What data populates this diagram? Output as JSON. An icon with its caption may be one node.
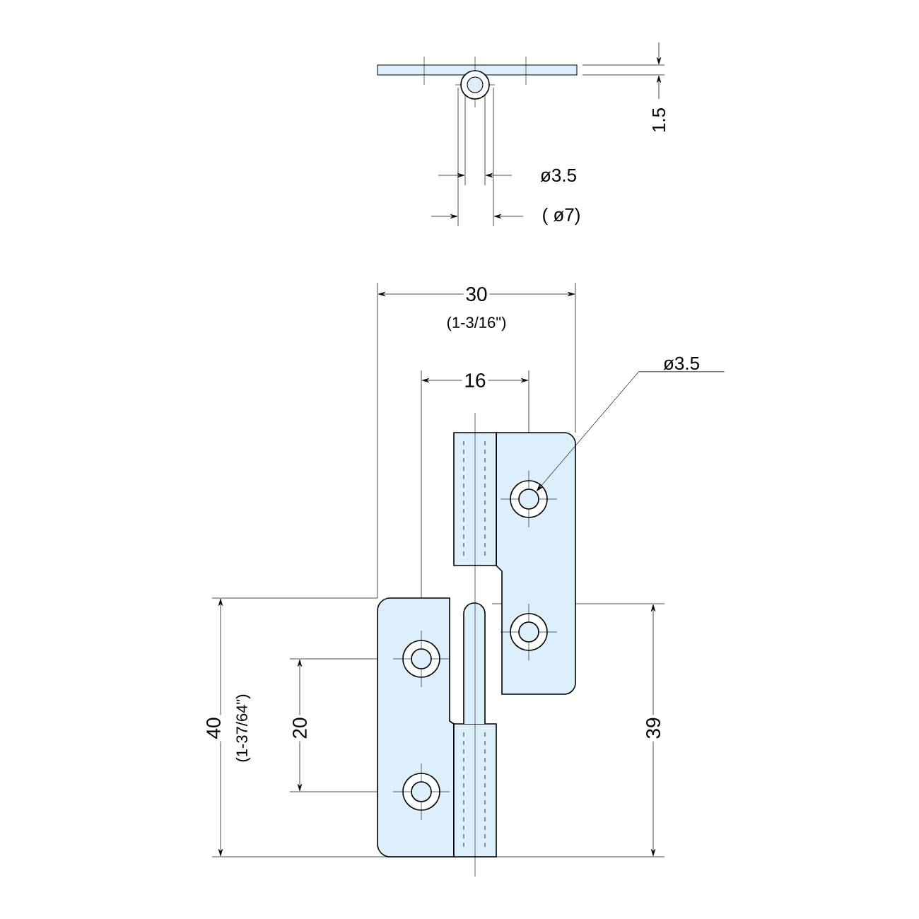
{
  "diagram": {
    "nodes": [
      {
        "text": [
          "ø3.5"
        ]
      },
      {
        "text": [],
        "shape": "circle"
      },
      {
        "text": [],
        "shape": "circle"
      },
      {
        "text": [],
        "shape": "circle"
      },
      {
        "text": [],
        "shape": "circle"
      }
    ],
    "edges": [
      {
        "from": 0,
        "to": 1,
        "arrow": "to"
      }
    ],
    "labels": [
      "1.5",
      "ø3.5",
      "( ø7)",
      "30",
      "(1-3/16\")",
      "16",
      "40",
      "(1-37/64\")",
      "20",
      "39"
    ]
  }
}
